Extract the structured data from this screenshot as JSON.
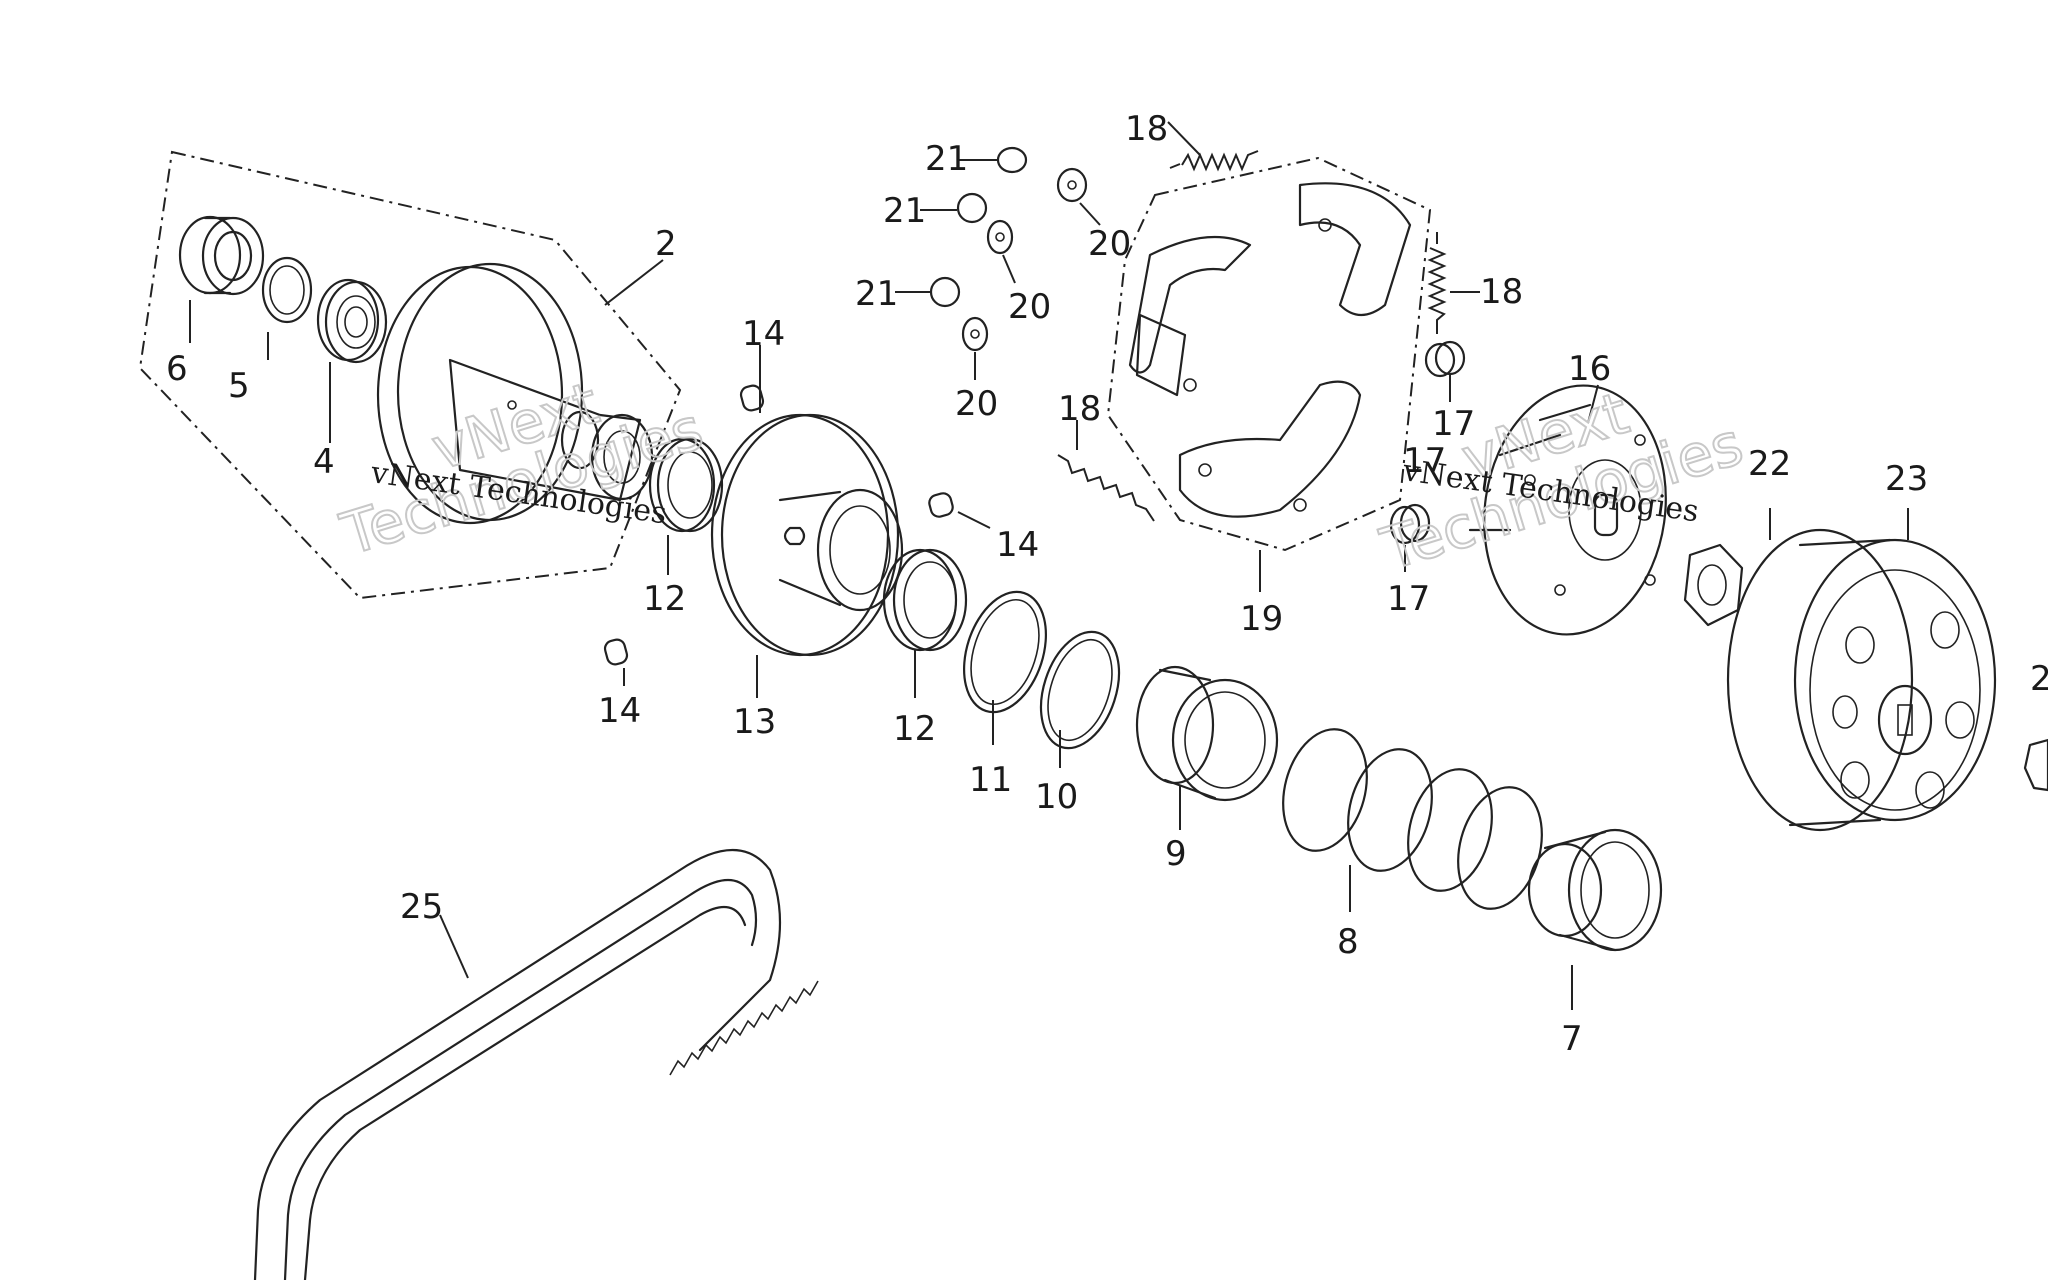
{
  "diagram": {
    "callouts": [
      "2",
      "4",
      "5",
      "6",
      "7",
      "8",
      "9",
      "10",
      "11",
      "12",
      "12",
      "13",
      "14",
      "14",
      "14",
      "16",
      "17",
      "17",
      "17",
      "18",
      "18",
      "18",
      "19",
      "20",
      "20",
      "20",
      "21",
      "21",
      "21",
      "22",
      "23",
      "25",
      "2"
    ],
    "watermark": {
      "small_text": "vNext Technologies",
      "large_text_1": "vNext",
      "large_text_2": "Technologies"
    }
  }
}
